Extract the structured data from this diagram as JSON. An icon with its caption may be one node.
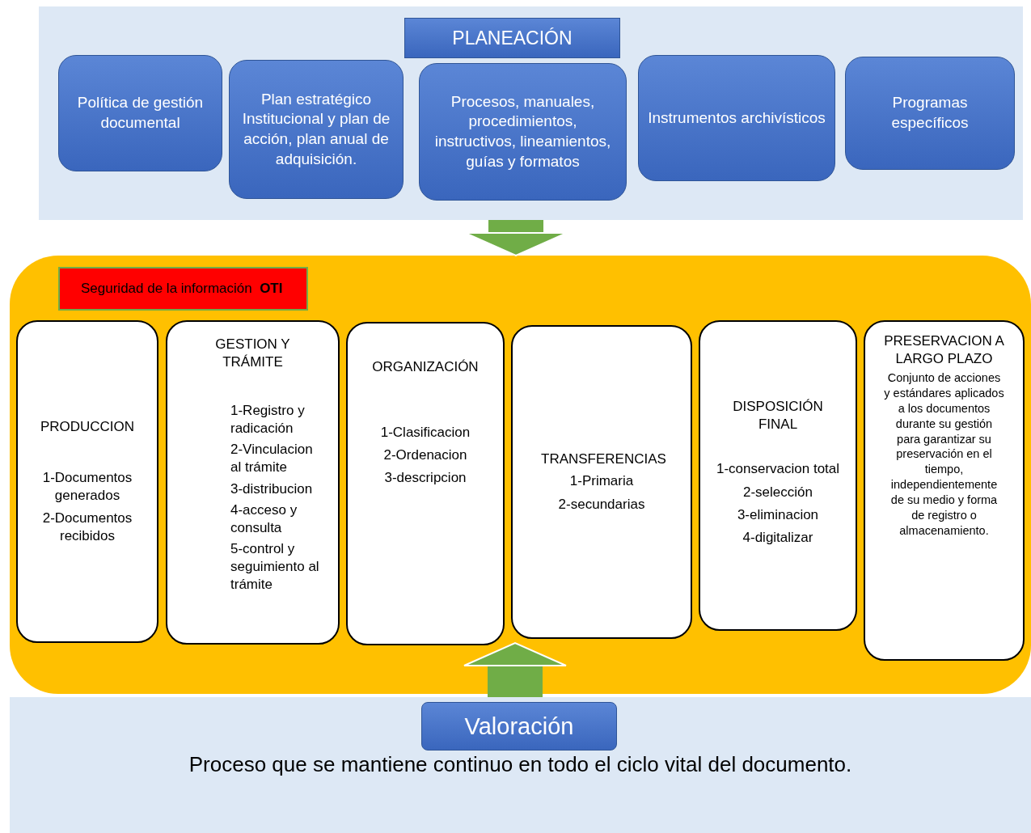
{
  "diagram": {
    "nodes": [
      {
        "text": [
          "PLANEACIÓN"
        ]
      },
      {
        "text": [
          "Política de gestión documental"
        ],
        "in": 0
      },
      {
        "text": [
          "Plan estratégico Institucional y plan de acción, plan anual de adquisición."
        ],
        "in": 0
      },
      {
        "text": [
          "Procesos, manuales, procedimientos, instructivos, lineamientos, guías y formatos"
        ],
        "in": 0
      },
      {
        "text": [
          "Instrumentos archivísticos"
        ],
        "in": 0
      },
      {
        "text": [
          "Programas específicos"
        ],
        "in": 0
      },
      {
        "text": [],
        "shape": "box"
      },
      {
        "text": [
          "Seguridad de la información  **OTI**"
        ],
        "in": 6
      },
      {
        "text": [
          "PRODUCCION",
          "1-Documentos generados",
          "2-Documentos recibidos"
        ],
        "in": 6
      },
      {
        "text": [
          "GESTION Y TRÁMITE",
          "1-Registro y radicación",
          "2-Vinculacion al trámite",
          "3-distribucion",
          "4-acceso y consulta",
          "5-control y seguimiento al trámite"
        ],
        "in": 6
      },
      {
        "text": [
          "ORGANIZACIÓN",
          "1-Clasificacion",
          "2-Ordenacion",
          "3-descripcion"
        ],
        "in": 6
      },
      {
        "text": [
          "TRANSFERENCIAS",
          "1-Primaria",
          "2-secundarias"
        ],
        "in": 6
      },
      {
        "text": [
          "DISPOSICIÓN FINAL",
          "1-conservacion total",
          "2-selección",
          "3-eliminacion",
          "4-digitalizar"
        ],
        "in": 6
      },
      {
        "text": [
          "PRESERVACION A LARGO PLAZO",
          "Conjunto de acciones y estándares aplicados a los documentos durante su gestión para garantizar su preservación en el tiempo, independientemente de su medio y forma de registro o almacenamiento."
        ],
        "in": 6
      },
      {
        "text": [
          "Valoración",
          "Proceso que se mantiene continuo en todo el ciclo vital del documento."
        ]
      }
    ],
    "edges": [
      {
        "from": 0,
        "to": 6,
        "arrow": "to"
      },
      {
        "from": 14,
        "to": 6,
        "arrow": "to"
      }
    ]
  }
}
